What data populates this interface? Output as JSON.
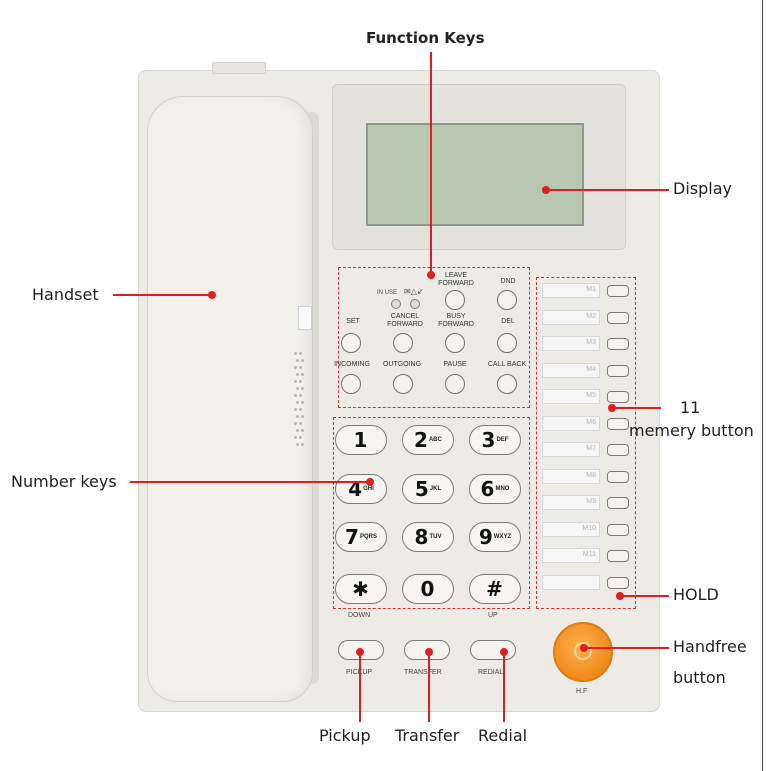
{
  "callouts": {
    "function_keys": "Function Keys",
    "display": "Display",
    "handset": "Handset",
    "memory_num": "11",
    "memory_text": "memery button",
    "number_keys": "Number keys",
    "hold": "HOLD",
    "handfree_1": "Handfree",
    "handfree_2": "button",
    "pickup": "Pickup",
    "transfer": "Transfer",
    "redial": "Redial"
  },
  "indicators": {
    "in_use": "IN USE",
    "icons": "✉△↙"
  },
  "function_keys": {
    "leave_forward": "LEAVE\nFORWARD",
    "dnd": "DND",
    "set": "SET",
    "cancel_forward": "CANCEL\nFORWARD",
    "busy_forward": "BUSY\nFORWARD",
    "del": "DEL",
    "incoming": "INCOMING",
    "outgoing": "OUTGOING",
    "pause": "PAUSE",
    "call_back": "CALL BACK"
  },
  "number_keys": [
    {
      "digit": "1",
      "letters": ""
    },
    {
      "digit": "2",
      "letters": "ABC"
    },
    {
      "digit": "3",
      "letters": "DEF"
    },
    {
      "digit": "4",
      "letters": "GHI"
    },
    {
      "digit": "5",
      "letters": "JKL"
    },
    {
      "digit": "6",
      "letters": "MNO"
    },
    {
      "digit": "7",
      "letters": "PQRS"
    },
    {
      "digit": "8",
      "letters": "TUV"
    },
    {
      "digit": "9",
      "letters": "WXYZ"
    },
    {
      "digit": "✱",
      "letters": ""
    },
    {
      "digit": "0",
      "letters": ""
    },
    {
      "digit": "#",
      "letters": ""
    }
  ],
  "nav": {
    "down": "DOWN",
    "up": "UP"
  },
  "bottom_keys": {
    "pickup": "PICKUP",
    "transfer": "TRANSFER",
    "redial": "REDIAL",
    "hf": "H.F"
  },
  "memory_labels": [
    "M1",
    "M2",
    "M3",
    "M4",
    "M5",
    "M6",
    "M7",
    "M8",
    "M9",
    "M10",
    "M11"
  ]
}
